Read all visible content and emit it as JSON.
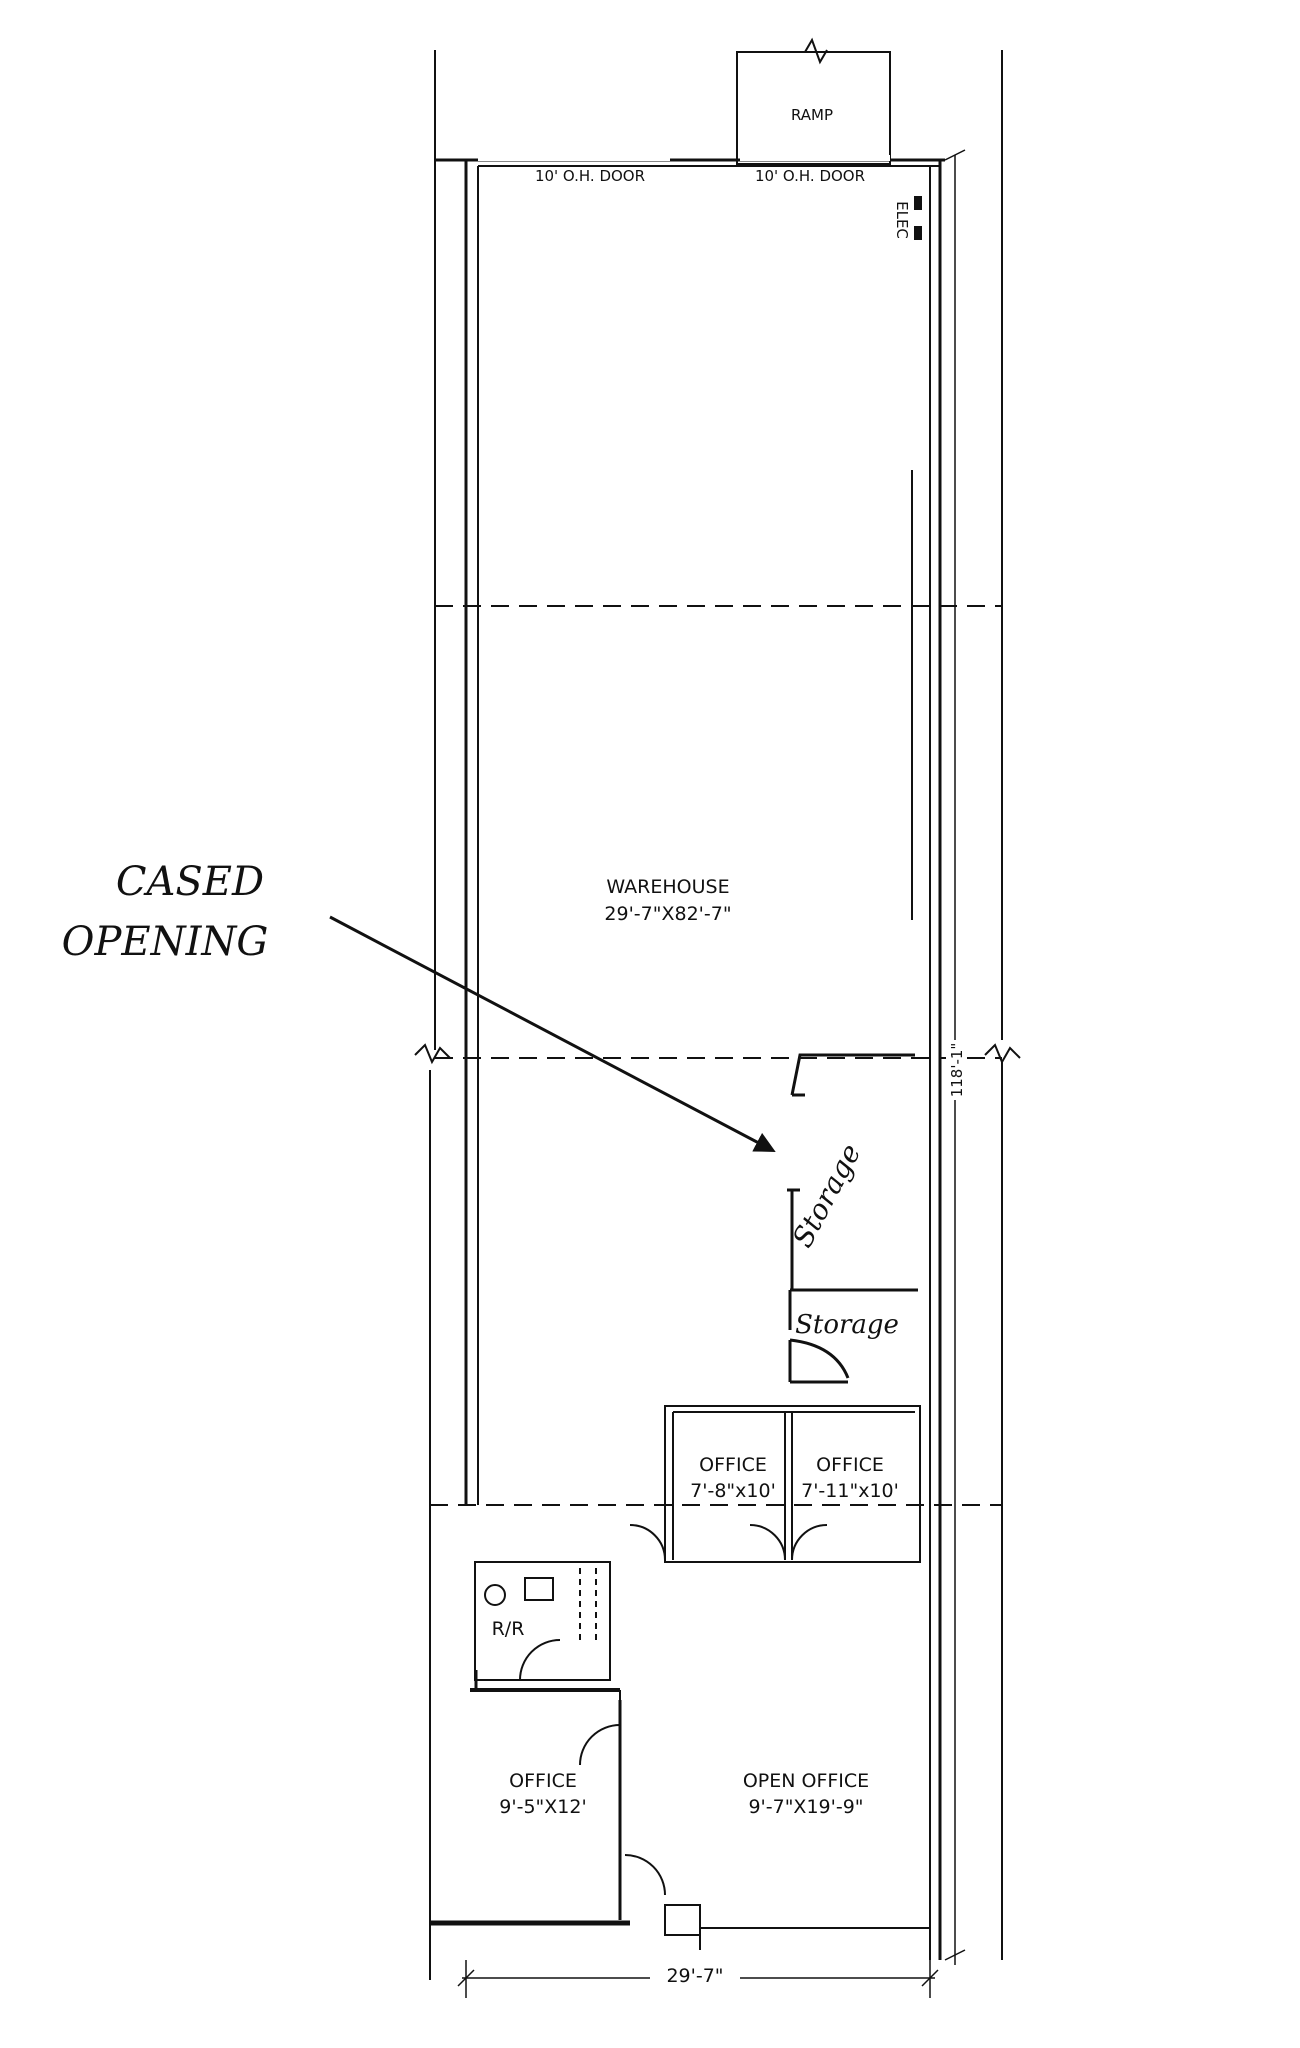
{
  "plan": {
    "ramp": "RAMP",
    "door_left": "10' O.H. DOOR",
    "door_right": "10' O.H. DOOR",
    "elec": "ELEC",
    "warehouse": {
      "name": "WAREHOUSE",
      "size": "29'-7\"X82'-7\""
    },
    "office_a": {
      "name": "OFFICE",
      "size": "7'-8\"x10'"
    },
    "office_b": {
      "name": "OFFICE",
      "size": "7'-11\"x10'"
    },
    "restroom": "R/R",
    "office_c": {
      "name": "OFFICE",
      "size": "9'-5\"X12'"
    },
    "open_office": {
      "name": "OPEN OFFICE",
      "size": "9'-7\"X19'-9\""
    },
    "dim_length": "118'-1\"",
    "dim_width": "29'-7\""
  },
  "annotations": {
    "cased_line1": "CASED",
    "cased_line2": "OPENING",
    "storage_upper": "Storage",
    "storage_lower": "Storage"
  }
}
